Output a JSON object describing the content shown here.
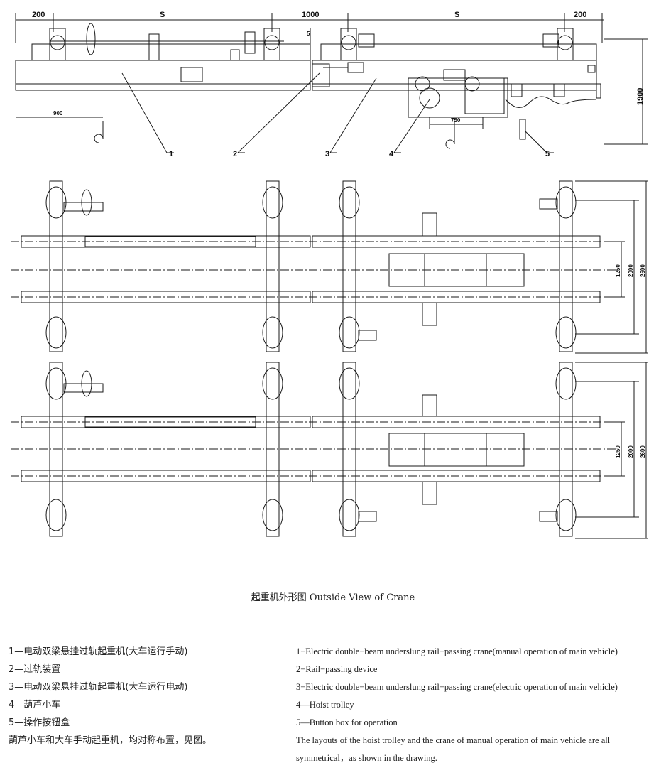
{
  "dimensions": {
    "top_left_margin": "200",
    "span_left": "S",
    "gap": "1000",
    "span_right": "S",
    "top_right_margin": "200",
    "hook_offset": "900",
    "trolley_width": "750",
    "height": "1900",
    "small_5": "5",
    "plan_inner": "1250",
    "plan_mid": "2000",
    "plan_outer": "2600"
  },
  "callouts": [
    "1",
    "2",
    "3",
    "4",
    "5"
  ],
  "caption": "起重机外形图  Outside View of Crane",
  "legend_cn": [
    "1—电动双梁悬挂过轨起重机(大车运行手动)",
    "2—过轨装置",
    "3—电动双梁悬挂过轨起重机(大车运行电动)",
    "4—葫芦小车",
    "5—操作按钮盒",
    "葫芦小车和大车手动起重机，均对称布置，见图。"
  ],
  "legend_en": [
    "1−Electric double−beam underslung rail−passing crane(manual operation of main vehicle)",
    "2−Rail−passing device",
    "3−Electric double−beam underslung rail−passing crane(electric operation of main vehicle)",
    "4—Hoist trolley",
    "5—Button box for operation",
    "The layouts of the hoist trolley and the crane of manual operation of main vehicle are all symmetrical，as shown in the drawing."
  ]
}
